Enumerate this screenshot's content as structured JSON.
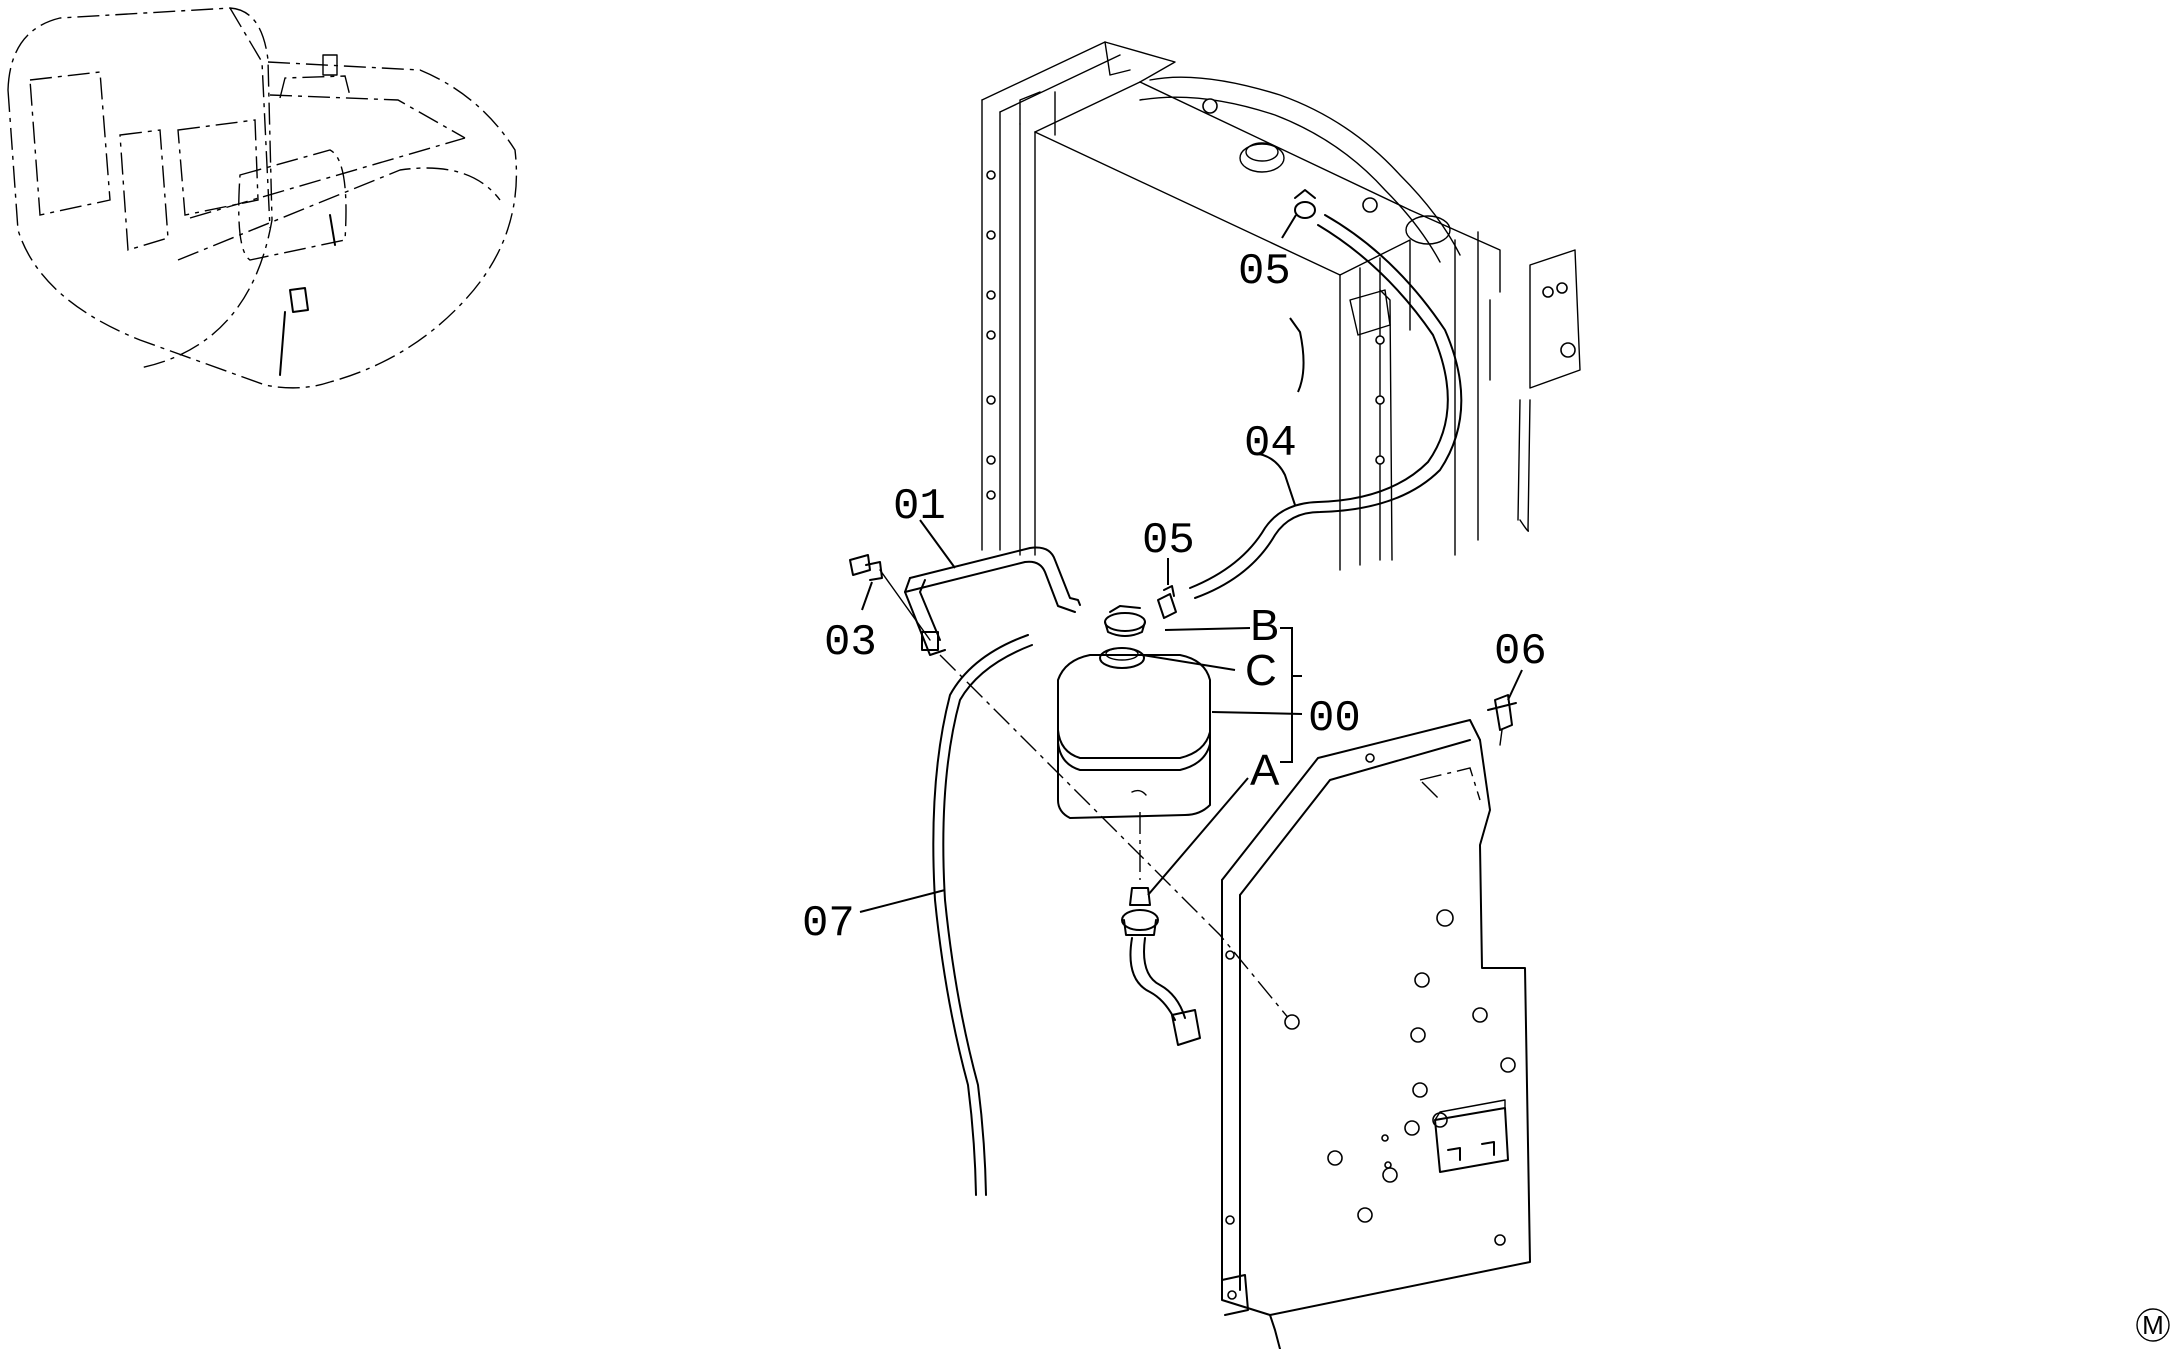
{
  "callouts": {
    "p00": "00",
    "p01": "01",
    "p03": "03",
    "p04": "04",
    "p05_top": "05",
    "p05_mid": "05",
    "p06": "06",
    "p07": "07",
    "letter_a": "A",
    "letter_b": "B",
    "letter_c": "C"
  },
  "corner_mark": "M"
}
